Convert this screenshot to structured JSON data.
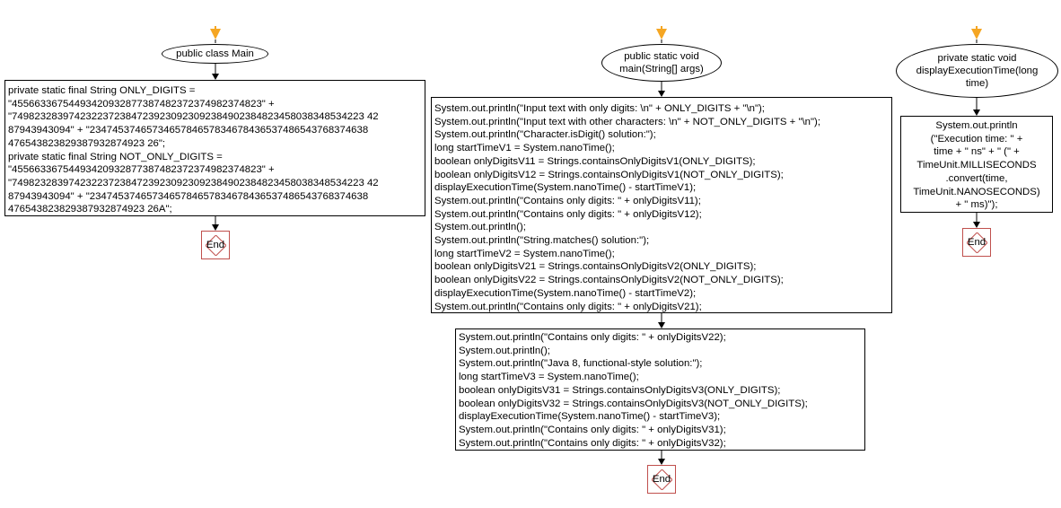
{
  "flow1": {
    "title": "public class Main",
    "lines": [
      "private static final String ONLY_DIGITS =",
      "\"45566336754493420932877387482372374982374823\" +",
      "\"74982328397423223723847239230923092384902384823458038348534223 42",
      "87943943094\" + \"2347453746573465784657834678436537486543768374638",
      "476543823829387932874923 26\";",
      "private static final String NOT_ONLY_DIGITS =",
      "\"45566336754493420932877387482372374982374823\" +",
      "\"74982328397423223723847239230923092384902384823458038348534223 42",
      "87943943094\" + \"2347453746573465784657834678436537486543768374638",
      "476543823829387932874923 26A\";"
    ],
    "end_label": "End"
  },
  "flow2": {
    "title": "public static void main(String[] args)",
    "box1_lines": [
      "System.out.println(\"Input text with only digits: \\n\" + ONLY_DIGITS + \"\\n\");",
      "System.out.println(\"Input text with other characters: \\n\" + NOT_ONLY_DIGITS + \"\\n\");",
      "System.out.println(\"Character.isDigit() solution:\");",
      "long startTimeV1 = System.nanoTime();",
      "boolean onlyDigitsV11 = Strings.containsOnlyDigitsV1(ONLY_DIGITS);",
      "boolean onlyDigitsV12 = Strings.containsOnlyDigitsV1(NOT_ONLY_DIGITS);",
      "displayExecutionTime(System.nanoTime() - startTimeV1);",
      "System.out.println(\"Contains only digits: \" + onlyDigitsV11);",
      "System.out.println(\"Contains only digits: \" + onlyDigitsV12);",
      "System.out.println();",
      "System.out.println(\"String.matches() solution:\");",
      "long startTimeV2 = System.nanoTime();",
      "boolean onlyDigitsV21 = Strings.containsOnlyDigitsV2(ONLY_DIGITS);",
      "boolean onlyDigitsV22 = Strings.containsOnlyDigitsV2(NOT_ONLY_DIGITS);",
      "displayExecutionTime(System.nanoTime() - startTimeV2);",
      "System.out.println(\"Contains only digits: \" + onlyDigitsV21);"
    ],
    "box2_lines": [
      "System.out.println(\"Contains only digits: \" + onlyDigitsV22);",
      "System.out.println();",
      "System.out.println(\"Java 8, functional-style solution:\");",
      "long startTimeV3 = System.nanoTime();",
      "boolean onlyDigitsV31 = Strings.containsOnlyDigitsV3(ONLY_DIGITS);",
      "boolean onlyDigitsV32 = Strings.containsOnlyDigitsV3(NOT_ONLY_DIGITS);",
      "displayExecutionTime(System.nanoTime() - startTimeV3);",
      "System.out.println(\"Contains only digits: \" + onlyDigitsV31);",
      "System.out.println(\"Contains only digits: \" + onlyDigitsV32);"
    ],
    "end_label": "End"
  },
  "flow3": {
    "title": "private static void displayExecutionTime(long time)",
    "lines": [
      "System.out.println",
      "(\"Execution time: \" +",
      "time + \" ns\" + \" (\" +",
      "TimeUnit.MILLISECONDS",
      ".convert(time,",
      "TimeUnit.NANOSECONDS)",
      "+ \" ms)\");"
    ],
    "end_label": "End"
  },
  "colors": {
    "start_marker": "#f5a623",
    "end_border": "#c0504d",
    "line": "#000000"
  }
}
